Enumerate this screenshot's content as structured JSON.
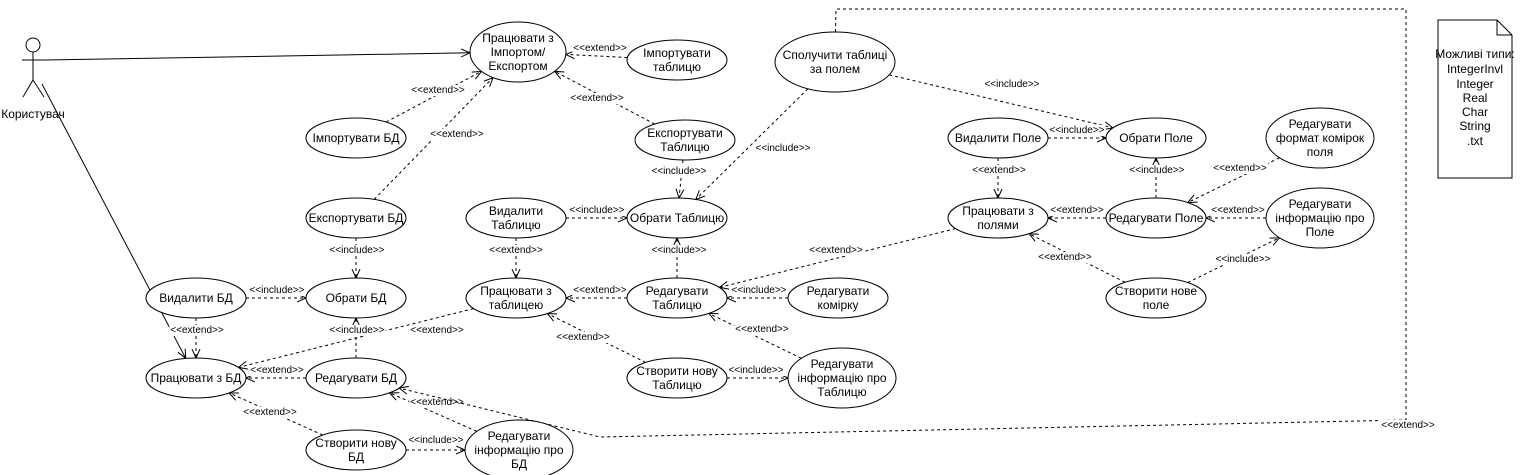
{
  "actor": {
    "name": "Користувач"
  },
  "note": {
    "lines": [
      "Можливі типи:",
      "IntegerInvl",
      "Integer",
      "Real",
      "Char",
      "String",
      ".txt"
    ]
  },
  "stereotypes": {
    "include": "<<include>>",
    "extend": "<<extend>>"
  },
  "use_cases": {
    "import_export": [
      "Працювати з",
      "Імпортом/",
      "Експортом"
    ],
    "import_table": [
      "Імпортувати",
      "таблицю"
    ],
    "import_db": [
      "Імпортувати БД"
    ],
    "export_table": [
      "Експортувати",
      "Таблицю"
    ],
    "export_db": [
      "Експортувати БД"
    ],
    "join_tables": [
      "Сполучити таблиці",
      "за полем"
    ],
    "select_table": [
      "Обрати Таблицю"
    ],
    "delete_table": [
      "Видалити",
      "Таблицю"
    ],
    "work_table": [
      "Працювати з",
      "таблицею"
    ],
    "edit_table": [
      "Редагувати",
      "Таблицю"
    ],
    "edit_cell": [
      "Редагувати",
      "комірку"
    ],
    "create_table": [
      "Створити нову",
      "Таблицю"
    ],
    "edit_table_info": [
      "Редагувати",
      "інформацію про",
      "Таблицю"
    ],
    "delete_db": [
      "Видалити БД"
    ],
    "select_db": [
      "Обрати БД"
    ],
    "work_db": [
      "Працювати з БД"
    ],
    "edit_db": [
      "Редагувати БД"
    ],
    "create_db": [
      "Створити нову",
      "БД"
    ],
    "edit_db_info": [
      "Редагувати",
      "інформацію про",
      "БД"
    ],
    "delete_field": [
      "Видалити Поле"
    ],
    "select_field": [
      "Обрати Поле"
    ],
    "edit_field_format": [
      "Редагувати",
      "формат комірок",
      "поля"
    ],
    "work_fields": [
      "Працювати з",
      "полями"
    ],
    "edit_field": [
      "Редагувати Поле"
    ],
    "edit_field_info": [
      "Редагувати",
      "інформацію про",
      "Поле"
    ],
    "create_field": [
      "Створити нове",
      "поле"
    ]
  }
}
